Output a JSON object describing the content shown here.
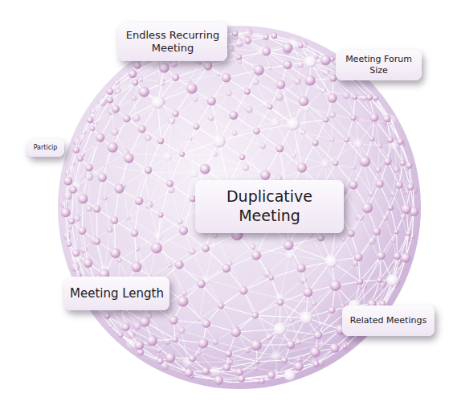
{
  "diagram": {
    "nodes": [
      {
        "text": [
          "Endless Recurring Meeting"
        ]
      },
      {
        "text": [
          "Meeting Forum Size"
        ]
      },
      {
        "text": [
          "Particip"
        ]
      },
      {
        "text": [
          "Duplicative Meeting"
        ]
      },
      {
        "text": [
          "Meeting Length"
        ]
      },
      {
        "text": [
          "Related Meetings"
        ]
      }
    ]
  }
}
